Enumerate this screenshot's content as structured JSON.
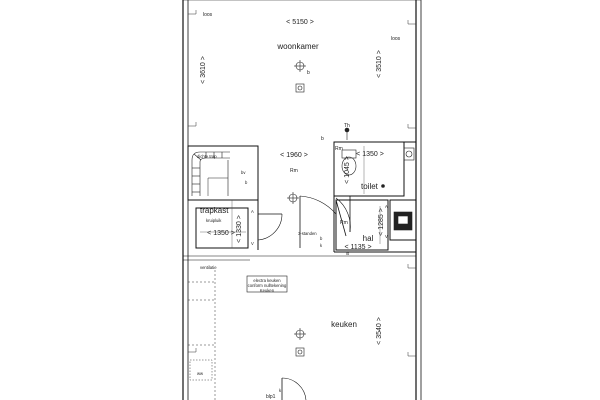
{
  "plan": {
    "rooms": {
      "woonkamer": "woonkamer",
      "keuken": "keuken",
      "toilet": "toilet",
      "hal": "hal",
      "trapkast": "trapkast"
    },
    "dimensions": {
      "top_width": "< 5150 >",
      "left_height": "< 3610 >",
      "right_height": "< 3510 >",
      "mid_width": "< 1960 >",
      "toilet_width": "< 1350 >",
      "toilet_height": "< 1045 >",
      "trapkast_width": "< 1350 >",
      "trapkast_height": "< 1330 >",
      "hal_width": "< 1135 >",
      "hal_height": "< 1285 >",
      "keuken_height": "< 3540 >"
    },
    "annotations": {
      "loos_top": "loos",
      "loos_right": "loos",
      "b_living": "b",
      "b_mid": "b",
      "th": "Th",
      "rm_toilet": "Rm",
      "rm_mid": "Rm",
      "rm_hal": "Rm",
      "dichte_trap": "dichte trap",
      "bv": "bv",
      "b_stair": "b",
      "kruipluik": "kruipluik",
      "label_a_trap": "A",
      "label_a_hal": "A",
      "label_v_trap": "V",
      "label_v_hal": "V",
      "drie_standen": "3-standen",
      "kast_b": "b",
      "kast_k": "k",
      "kast_lo": "lo",
      "mk": "MK",
      "ventilatie": "ventilatie",
      "electra_keuken": "electra keuken",
      "conform": "conform nulltekening",
      "keuken_label": "Keuken",
      "bip": "blp1",
      "k_bottom": "k",
      "ww": "ww"
    }
  }
}
